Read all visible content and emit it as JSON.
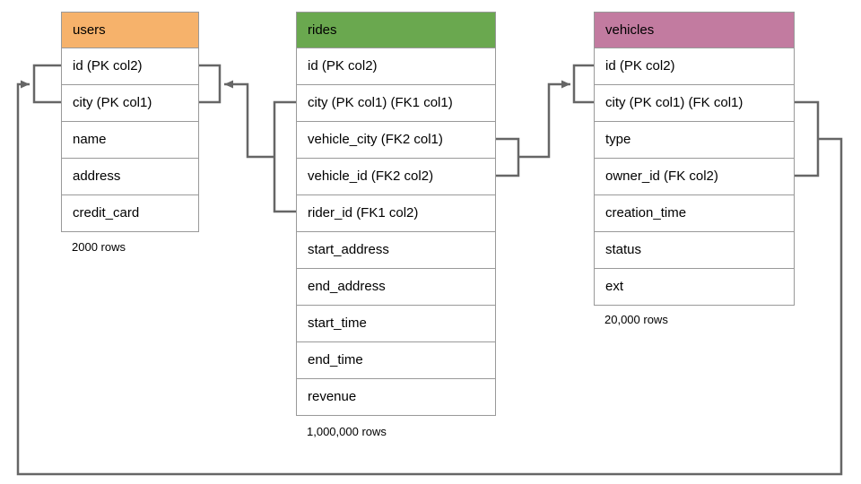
{
  "diagram": {
    "connector_color": "#666666",
    "tables": [
      {
        "name": "users",
        "header_color": "#F6B26B",
        "columns": [
          "id (PK col2)",
          "city (PK col1)",
          "name",
          "address",
          "credit_card"
        ],
        "rows_label": "2000 rows"
      },
      {
        "name": "rides",
        "header_color": "#6AA84F",
        "columns": [
          "id (PK col2)",
          "city (PK col1) (FK1 col1)",
          "vehicle_city (FK2 col1)",
          "vehicle_id (FK2 col2)",
          "rider_id (FK1 col2)",
          "start_address",
          "end_address",
          "start_time",
          "end_time",
          "revenue"
        ],
        "rows_label": "1,000,000 rows"
      },
      {
        "name": "vehicles",
        "header_color": "#C27BA0",
        "columns": [
          "id (PK col2)",
          "city (PK col1) (FK col1)",
          "type",
          "owner_id (FK col2)",
          "creation_time",
          "status",
          "ext"
        ],
        "rows_label": "20,000 rows"
      }
    ],
    "relationships": [
      {
        "from_table": "rides",
        "from_columns": "city (FK1 col1), rider_id (FK1 col2)",
        "to_table": "users",
        "to_columns": "city (PK col1), id (PK col2)"
      },
      {
        "from_table": "rides",
        "from_columns": "vehicle_city (FK2 col1), vehicle_id (FK2 col2)",
        "to_table": "vehicles",
        "to_columns": "city (PK col1), id (PK col2)"
      },
      {
        "from_table": "vehicles",
        "from_columns": "city (FK col1), owner_id (FK col2)",
        "to_table": "users",
        "to_columns": "city (PK col1), id (PK col2)"
      }
    ]
  }
}
